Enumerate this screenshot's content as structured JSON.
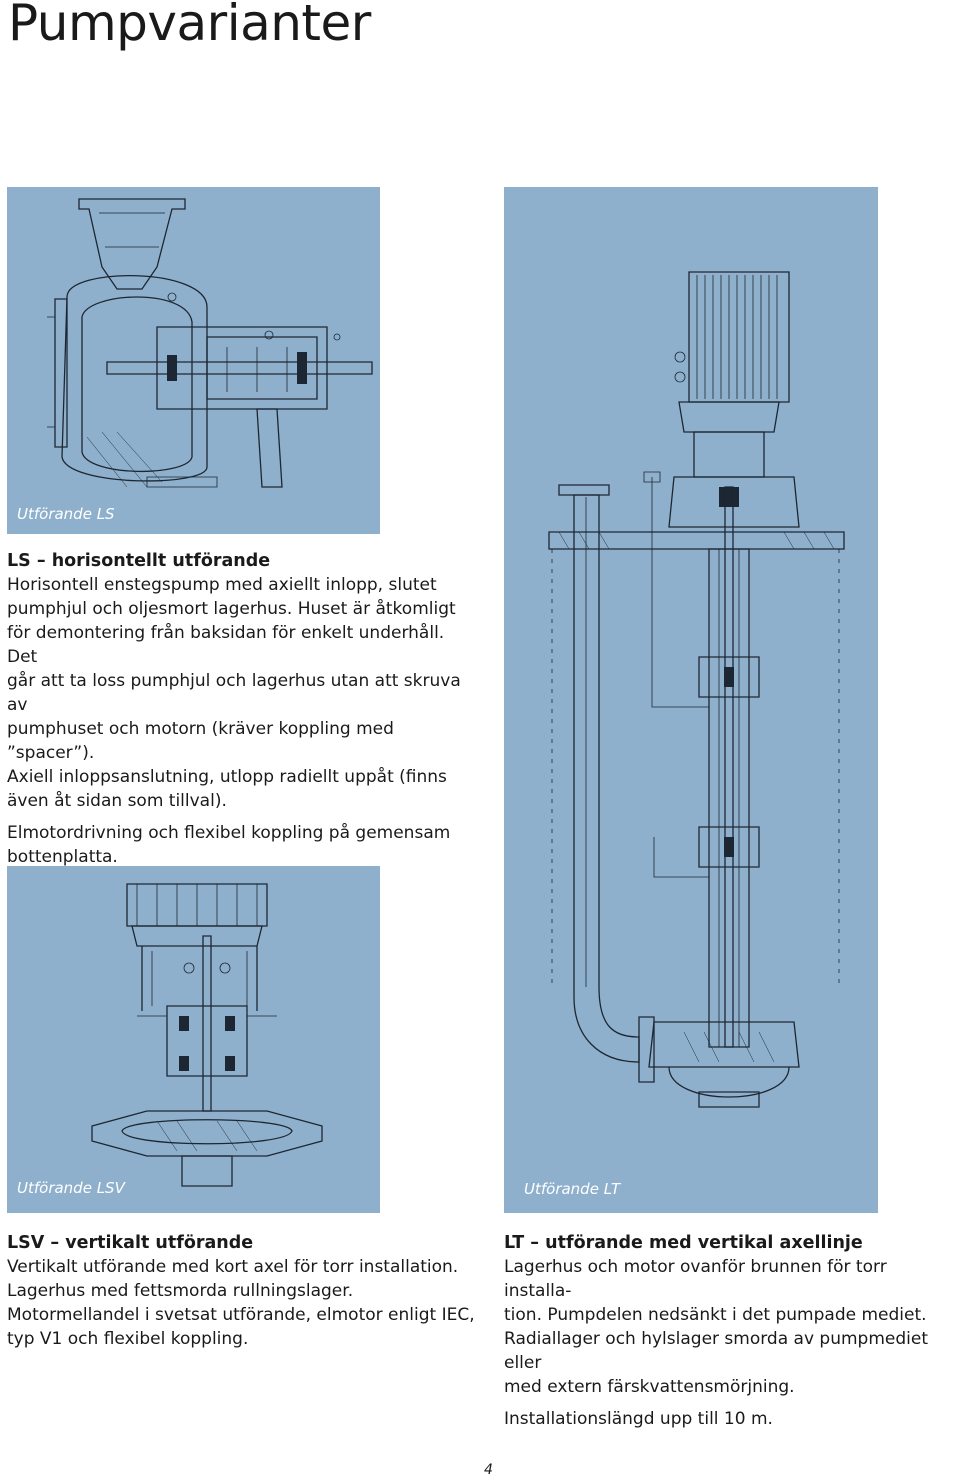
{
  "page": {
    "title": "Pumpvarianter",
    "page_number": "4"
  },
  "ls": {
    "caption": "Utförande LS",
    "heading": "LS – horisontellt utförande",
    "text": [
      "Horisontell enstegspump med axiellt inlopp, slutet",
      "pumphjul och oljesmort lagerhus. Huset är åtkomligt",
      "för demontering från baksidan för enkelt underhåll. Det",
      "går att ta loss pumphjul och lagerhus utan att skruva av",
      "pumphuset och motorn (kräver koppling med ”spacer”).",
      "Axiell inloppsanslutning, utlopp radiellt uppåt (finns",
      "även åt sidan som tillval)."
    ],
    "text2": [
      "Elmotordrivning och flexibel koppling på gemensam",
      "bottenplatta."
    ]
  },
  "lsv": {
    "caption": "Utförande LSV",
    "heading": "LSV – vertikalt utförande",
    "text": [
      "Vertikalt utförande med kort axel för torr installation.",
      "Lagerhus med fettsmorda rullningslager.",
      "Motormellandel i svetsat utförande, elmotor enligt IEC,",
      "typ V1 och flexibel koppling."
    ]
  },
  "lt": {
    "caption": "Utförande LT",
    "heading": "LT – utförande med vertikal axellinje",
    "text": [
      "Lagerhus och motor ovanför brunnen för torr installa-",
      "tion. Pumpdelen nedsänkt i det pumpade mediet.",
      "Radiallager och hylslager smorda av pumpmediet eller",
      "med extern färskvattensmörjning."
    ],
    "text2": [
      "Installationslängd upp till 10 m."
    ]
  },
  "colors": {
    "panel": "#8fb0cc",
    "line": "#1d2733",
    "caption_text": "#ffffff"
  }
}
